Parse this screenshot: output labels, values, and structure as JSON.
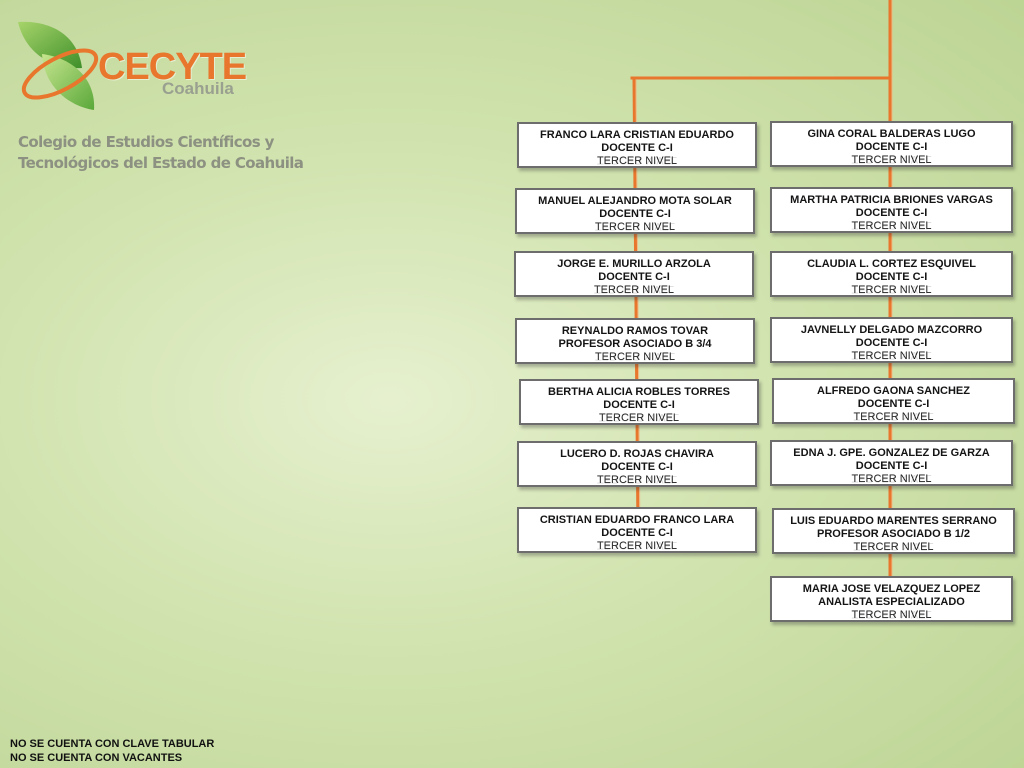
{
  "logo": {
    "wordmark": "CECYTE",
    "region": "Coahuila",
    "caption_line1": "Colegio de Estudios Científicos y",
    "caption_line2": "Tecnológicos del Estado de Coahuila"
  },
  "colors": {
    "connector": "#e8762c",
    "logo_green": "#5aa83a",
    "logo_orange": "#e8762c"
  },
  "left_column": [
    {
      "name": "FRANCO LARA CRISTIAN EDUARDO",
      "role": "DOCENTE C-I",
      "level": "TERCER NIVEL"
    },
    {
      "name": "MANUEL ALEJANDRO MOTA SOLAR",
      "role": "DOCENTE C-I",
      "level": "TERCER NIVEL"
    },
    {
      "name": "JORGE E. MURILLO ARZOLA",
      "role": "DOCENTE C-I",
      "level": "TERCER NIVEL"
    },
    {
      "name": "REYNALDO RAMOS TOVAR",
      "role": "PROFESOR ASOCIADO B 3/4",
      "level": "TERCER NIVEL"
    },
    {
      "name": "BERTHA ALICIA ROBLES TORRES",
      "role": "DOCENTE C-I",
      "level": "TERCER NIVEL"
    },
    {
      "name": "LUCERO D. ROJAS CHAVIRA",
      "role": "DOCENTE C-I",
      "level": "TERCER NIVEL"
    },
    {
      "name": "CRISTIAN EDUARDO FRANCO LARA",
      "role": "DOCENTE C-I",
      "level": "TERCER NIVEL"
    }
  ],
  "right_column": [
    {
      "name": "GINA CORAL BALDERAS LUGO",
      "role": "DOCENTE C-I",
      "level": "TERCER NIVEL"
    },
    {
      "name": "MARTHA PATRICIA BRIONES VARGAS",
      "role": "DOCENTE C-I",
      "level": "TERCER NIVEL"
    },
    {
      "name": "CLAUDIA L. CORTEZ ESQUIVEL",
      "role": "DOCENTE C-I",
      "level": "TERCER NIVEL"
    },
    {
      "name": "JAVNELLY DELGADO MAZCORRO",
      "role": "DOCENTE C-I",
      "level": "TERCER NIVEL"
    },
    {
      "name": "ALFREDO GAONA SANCHEZ",
      "role": "DOCENTE C-I",
      "level": "TERCER NIVEL"
    },
    {
      "name": "EDNA J. GPE. GONZALEZ DE GARZA",
      "role": "DOCENTE C-I",
      "level": "TERCER NIVEL"
    },
    {
      "name": "LUIS EDUARDO MARENTES SERRANO",
      "role": "PROFESOR ASOCIADO B 1/2",
      "level": "TERCER NIVEL"
    },
    {
      "name": "MARIA JOSE VELAZQUEZ LOPEZ",
      "role": "ANALISTA ESPECIALIZADO",
      "level": "TERCER NIVEL"
    }
  ],
  "footnotes": {
    "line1": "NO SE CUENTA CON CLAVE TABULAR",
    "line2": "NO SE CUENTA CON VACANTES"
  }
}
